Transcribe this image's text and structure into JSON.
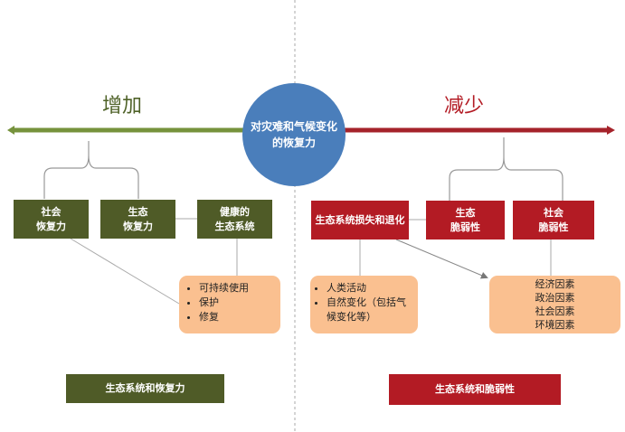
{
  "center": {
    "text": "对灾难和气候变化\n的恢复力"
  },
  "left": {
    "heading": "增加",
    "boxes": [
      "社会\n恢复力",
      "生态\n恢复力",
      "健康的\n生态系统"
    ],
    "bullets": [
      "可持续使用",
      "保护",
      "修复"
    ],
    "footer": "生态系统和恢复力"
  },
  "right": {
    "heading": "减少",
    "boxes": [
      "生态系统损失和退化",
      "生态\n脆弱性",
      "社会\n脆弱性"
    ],
    "bullets": [
      "人类活动",
      "自然变化（包括气候变化等）"
    ],
    "factors": [
      "经济因素",
      "政治因素",
      "社会因素",
      "环境因素"
    ],
    "footer": "生态系统和脆弱性"
  },
  "colors": {
    "green": "#76923c",
    "darkgreen": "#4f5b27",
    "red": "#b31b24",
    "blue": "#4a7ebb",
    "orange": "#fac090"
  }
}
